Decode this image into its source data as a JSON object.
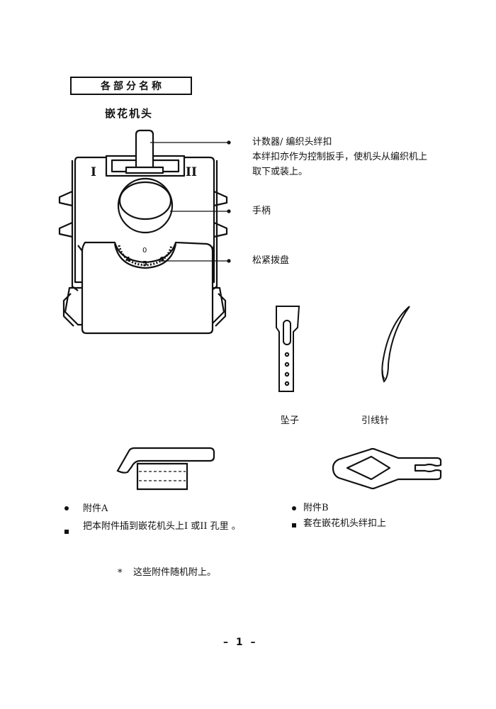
{
  "section_title": "各部分名称",
  "subheading": "嵌花机头",
  "head_labels": {
    "counter": "计数器/ 编织头绊扣",
    "counter_desc_1": "本绊扣亦作为控制扳手，使机头从编织机上",
    "counter_desc_2": "取下或装上。",
    "handle": "手柄",
    "tension_dial": "松紧拨盘"
  },
  "head_marks": {
    "left_numeral": "I",
    "right_numeral": "II",
    "dial_numbers": [
      "0",
      "4",
      "5",
      "6"
    ]
  },
  "tools": {
    "weight": "坠子",
    "threading_needle": "引线针"
  },
  "attachments": {
    "a_title": "附件A",
    "a_desc": "把本附件插到嵌花机头上I 或II 孔里 。",
    "b_title": "附件B",
    "b_desc": "套在嵌花机头绊扣上"
  },
  "footnote": "这些附件随机附上。",
  "footnote_mark": "*",
  "page_number": "– 1 –"
}
